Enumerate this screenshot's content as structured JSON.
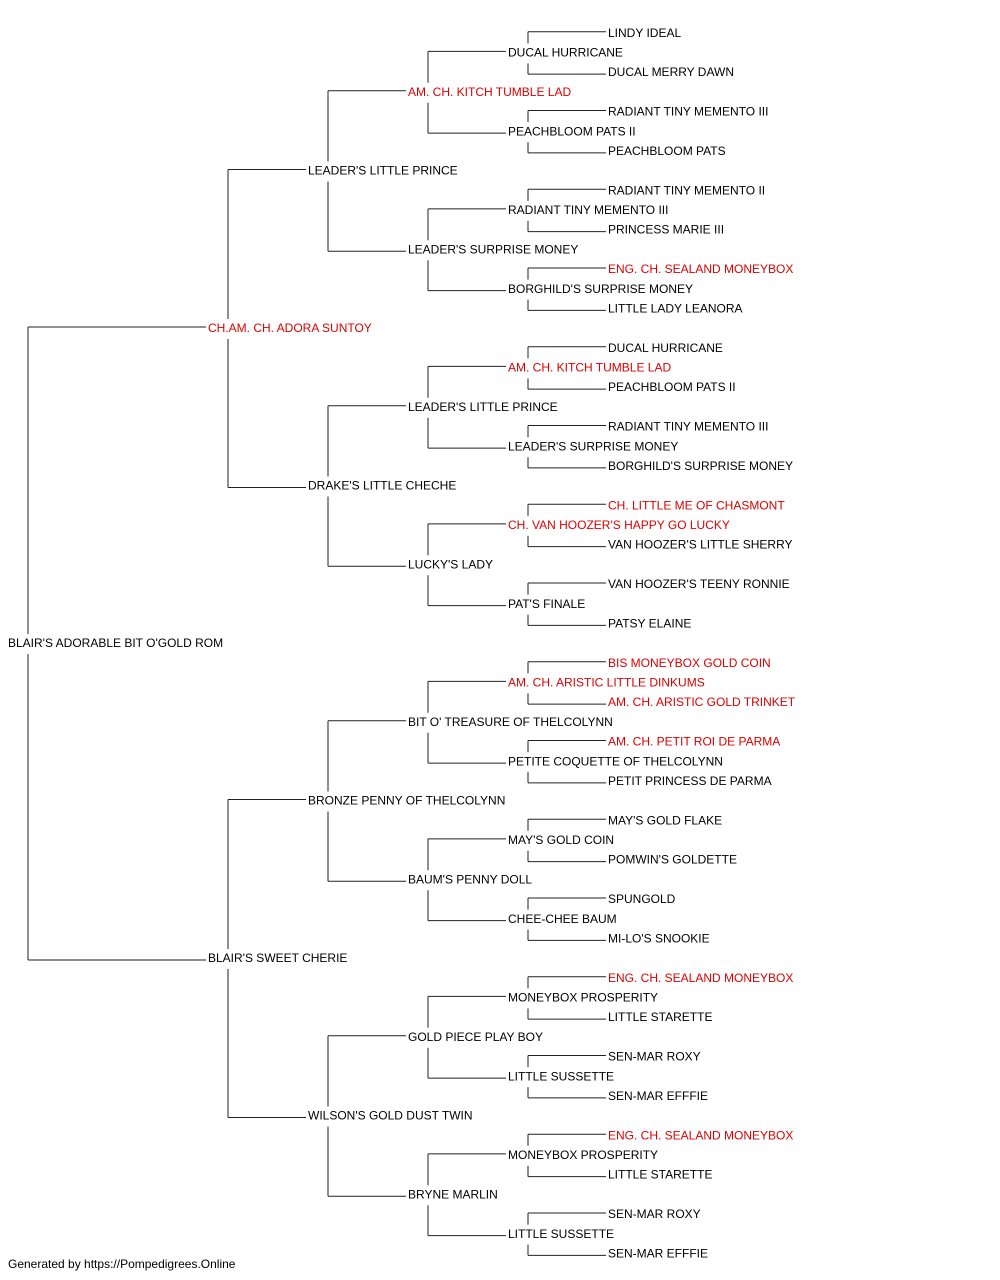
{
  "colors": {
    "normal": "#000000",
    "champion": "#dd0000",
    "line": "#222222"
  },
  "pedigree": {
    "name": "BLAIR'S ADORABLE BIT O'GOLD ROM",
    "champion": false,
    "sire": {
      "name": "CH.AM. CH. ADORA SUNTOY",
      "champion": true,
      "sire": {
        "name": "LEADER'S LITTLE PRINCE",
        "champion": false,
        "sire": {
          "name": "AM. CH. KITCH TUMBLE LAD",
          "champion": true,
          "sire": {
            "name": "DUCAL HURRICANE",
            "champion": false,
            "sire": {
              "name": "LINDY IDEAL",
              "champion": false
            },
            "dam": {
              "name": "DUCAL MERRY DAWN",
              "champion": false
            }
          },
          "dam": {
            "name": "PEACHBLOOM PATS II",
            "champion": false,
            "sire": {
              "name": "RADIANT TINY MEMENTO III",
              "champion": false
            },
            "dam": {
              "name": "PEACHBLOOM PATS",
              "champion": false
            }
          }
        },
        "dam": {
          "name": "LEADER'S SURPRISE MONEY",
          "champion": false,
          "sire": {
            "name": "RADIANT TINY MEMENTO III",
            "champion": false,
            "sire": {
              "name": "RADIANT TINY MEMENTO II",
              "champion": false
            },
            "dam": {
              "name": "PRINCESS MARIE III",
              "champion": false
            }
          },
          "dam": {
            "name": "BORGHILD'S SURPRISE MONEY",
            "champion": false,
            "sire": {
              "name": "ENG. CH. SEALAND MONEYBOX",
              "champion": true
            },
            "dam": {
              "name": "LITTLE LADY LEANORA",
              "champion": false
            }
          }
        }
      },
      "dam": {
        "name": "DRAKE'S LITTLE CHECHE",
        "champion": false,
        "sire": {
          "name": "LEADER'S LITTLE PRINCE",
          "champion": false,
          "sire": {
            "name": "AM. CH. KITCH TUMBLE LAD",
            "champion": true,
            "sire": {
              "name": "DUCAL HURRICANE",
              "champion": false
            },
            "dam": {
              "name": "PEACHBLOOM PATS II",
              "champion": false
            }
          },
          "dam": {
            "name": "LEADER'S SURPRISE MONEY",
            "champion": false,
            "sire": {
              "name": "RADIANT TINY MEMENTO III",
              "champion": false
            },
            "dam": {
              "name": "BORGHILD'S SURPRISE MONEY",
              "champion": false
            }
          }
        },
        "dam": {
          "name": "LUCKY'S LADY",
          "champion": false,
          "sire": {
            "name": "CH. VAN HOOZER'S HAPPY GO LUCKY",
            "champion": true,
            "sire": {
              "name": "CH. LITTLE ME OF CHASMONT",
              "champion": true
            },
            "dam": {
              "name": "VAN HOOZER'S LITTLE SHERRY",
              "champion": false
            }
          },
          "dam": {
            "name": "PAT'S FINALE",
            "champion": false,
            "sire": {
              "name": "VAN HOOZER'S TEENY RONNIE",
              "champion": false
            },
            "dam": {
              "name": "PATSY ELAINE",
              "champion": false
            }
          }
        }
      }
    },
    "dam": {
      "name": "BLAIR'S SWEET CHERIE",
      "champion": false,
      "sire": {
        "name": "BRONZE PENNY OF THELCOLYNN",
        "champion": false,
        "sire": {
          "name": "BIT O' TREASURE OF THELCOLYNN",
          "champion": false,
          "sire": {
            "name": "AM. CH. ARISTIC LITTLE DINKUMS",
            "champion": true,
            "sire": {
              "name": "BIS MONEYBOX GOLD COIN",
              "champion": true
            },
            "dam": {
              "name": "AM. CH. ARISTIC GOLD TRINKET",
              "champion": true
            }
          },
          "dam": {
            "name": "PETITE COQUETTE OF THELCOLYNN",
            "champion": false,
            "sire": {
              "name": "AM. CH. PETIT ROI DE PARMA",
              "champion": true
            },
            "dam": {
              "name": "PETIT PRINCESS DE PARMA",
              "champion": false
            }
          }
        },
        "dam": {
          "name": "BAUM'S PENNY DOLL",
          "champion": false,
          "sire": {
            "name": "MAY'S GOLD COIN",
            "champion": false,
            "sire": {
              "name": "MAY'S GOLD FLAKE",
              "champion": false
            },
            "dam": {
              "name": "POMWIN'S GOLDETTE",
              "champion": false
            }
          },
          "dam": {
            "name": "CHEE-CHEE BAUM",
            "champion": false,
            "sire": {
              "name": "SPUNGOLD",
              "champion": false
            },
            "dam": {
              "name": "MI-LO'S SNOOKIE",
              "champion": false
            }
          }
        }
      },
      "dam": {
        "name": "WILSON'S GOLD DUST TWIN",
        "champion": false,
        "sire": {
          "name": "GOLD PIECE PLAY BOY",
          "champion": false,
          "sire": {
            "name": "MONEYBOX PROSPERITY",
            "champion": false,
            "sire": {
              "name": "ENG. CH. SEALAND MONEYBOX",
              "champion": true
            },
            "dam": {
              "name": "LITTLE STARETTE",
              "champion": false
            }
          },
          "dam": {
            "name": "LITTLE SUSSETTE",
            "champion": false,
            "sire": {
              "name": "SEN-MAR ROXY",
              "champion": false
            },
            "dam": {
              "name": "SEN-MAR EFFFIE",
              "champion": false
            }
          }
        },
        "dam": {
          "name": "BRYNE MARLIN",
          "champion": false,
          "sire": {
            "name": "MONEYBOX PROSPERITY",
            "champion": false,
            "sire": {
              "name": "ENG. CH. SEALAND MONEYBOX",
              "champion": true
            },
            "dam": {
              "name": "LITTLE STARETTE",
              "champion": false
            }
          },
          "dam": {
            "name": "LITTLE SUSSETTE",
            "champion": false,
            "sire": {
              "name": "SEN-MAR ROXY",
              "champion": false
            },
            "dam": {
              "name": "SEN-MAR EFFFIE",
              "champion": false
            }
          }
        }
      }
    }
  },
  "footer": {
    "text": "Generated by https://Pompedigrees.Online"
  }
}
